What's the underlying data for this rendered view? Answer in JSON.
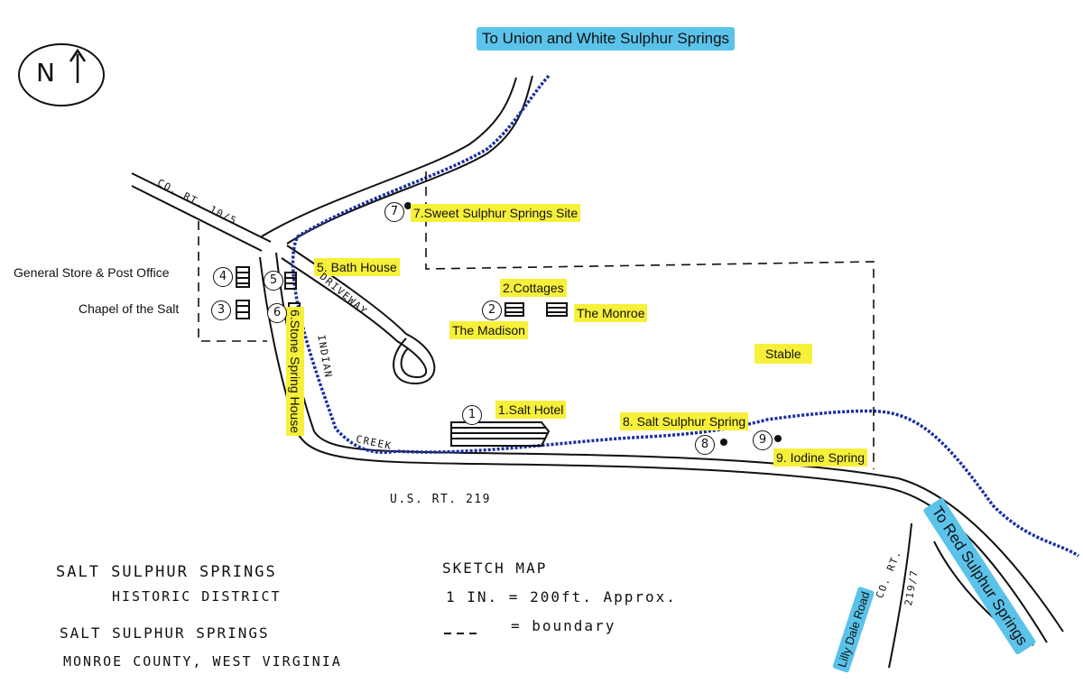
{
  "compass": {
    "letter": "N"
  },
  "callouts": {
    "to_union": "To Union and White Sulphur Springs",
    "to_red": "To Red Sulphur Springs",
    "lilly_dale": "Lilly Dale Road"
  },
  "sites": {
    "sweet_sulphur": "7.Sweet Sulphur Springs Site",
    "bath_house": "5. Bath House",
    "cottages": "2.Cottages",
    "madison": "The Madison",
    "monroe": "The Monroe",
    "stable": "Stable",
    "salt_hotel": "1.Salt Hotel",
    "salt_sulphur_spring": "8. Salt Sulphur Spring",
    "iodine_spring": "9. Iodine Spring",
    "stone_spring_house": "6.Stone Spring House"
  },
  "outside_labels": {
    "general_store": "General Store & Post Office",
    "chapel": "Chapel of the Salt"
  },
  "road_labels": {
    "co_rt_105": "CO. RT. 10/5",
    "driveway": "DRIVEWAY",
    "indian": "INDIAN",
    "creek": "CREEK",
    "us_219": "U.S. RT. 219",
    "co_rt": "CO. RT.",
    "co_rt_num": "219/7"
  },
  "markers": [
    "1",
    "2",
    "3",
    "4",
    "5",
    "6",
    "7",
    "8",
    "9"
  ],
  "title_block": {
    "line1": "SALT SULPHUR SPRINGS",
    "line2": "HISTORIC DISTRICT",
    "line3": "SALT SULPHUR SPRINGS",
    "line4": "MONROE COUNTY, WEST VIRGINIA"
  },
  "legend": {
    "title": "SKETCH MAP",
    "scale": "1 IN. = 200ft. Approx.",
    "boundary_symbol": "---",
    "boundary_text": "= boundary"
  },
  "colors": {
    "label_yellow": "#f7f03a",
    "label_blue": "#5bc3ea",
    "creek": "#1a2fa0"
  }
}
